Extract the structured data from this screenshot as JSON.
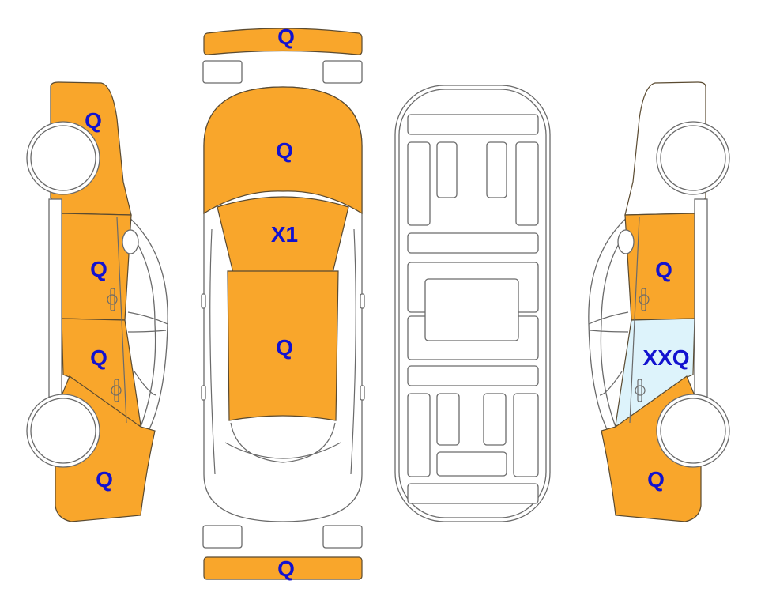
{
  "colors": {
    "damaged": "#F9A62B",
    "glass": "#DDF3FB",
    "none": "#FFFFFF",
    "label": "#1212CF"
  },
  "panels": [
    {
      "id": "front-bumper",
      "label": "Q",
      "state": "damaged"
    },
    {
      "id": "hood",
      "label": "Q",
      "state": "damaged"
    },
    {
      "id": "windshield",
      "label": "X1",
      "state": "damaged"
    },
    {
      "id": "roof",
      "label": "Q",
      "state": "damaged"
    },
    {
      "id": "rear-bumper",
      "label": "Q",
      "state": "damaged"
    },
    {
      "id": "left-front-fender",
      "label": "Q",
      "state": "damaged"
    },
    {
      "id": "left-front-door",
      "label": "Q",
      "state": "damaged"
    },
    {
      "id": "left-rear-door",
      "label": "Q",
      "state": "damaged"
    },
    {
      "id": "left-rear-quarter",
      "label": "Q",
      "state": "damaged"
    },
    {
      "id": "right-front-fender",
      "label": "",
      "state": "none"
    },
    {
      "id": "right-front-door",
      "label": "Q",
      "state": "damaged"
    },
    {
      "id": "right-rear-door",
      "label": "XXQ",
      "state": "glass"
    },
    {
      "id": "right-rear-quarter",
      "label": "Q",
      "state": "damaged"
    }
  ]
}
